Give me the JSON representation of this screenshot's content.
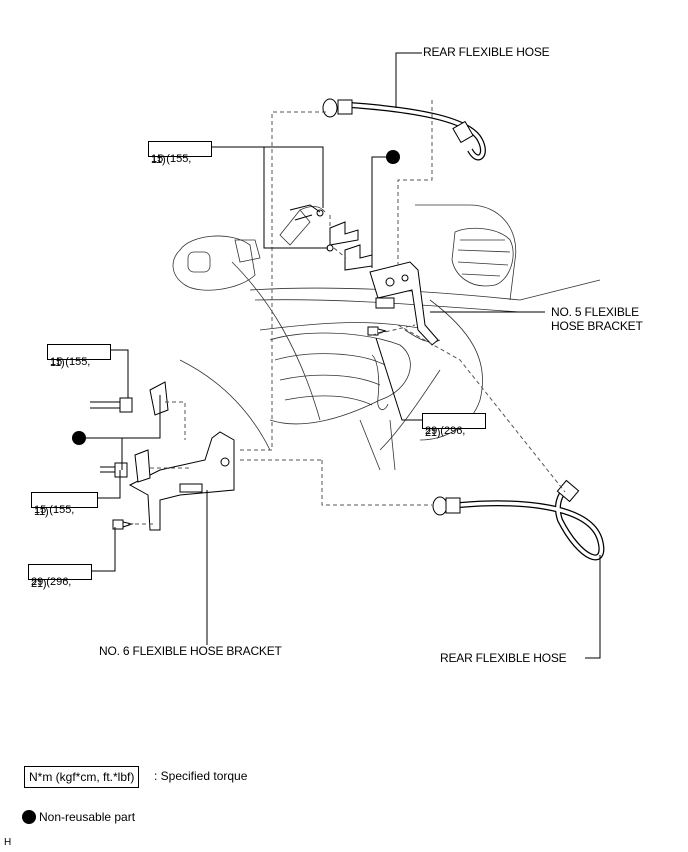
{
  "labels": {
    "rear_hose_top": "REAR FLEXIBLE HOSE",
    "rear_hose_bottom": "REAR FLEXIBLE HOSE",
    "bracket5_line1": "NO. 5 FLEXIBLE",
    "bracket5_line2": "HOSE BRACKET",
    "bracket6": "NO. 6 FLEXIBLE HOSE BRACKET"
  },
  "torque_values": {
    "t1": {
      "line1": "15 (155,",
      "line2": "11)"
    },
    "t2": {
      "line1": "15 (155,",
      "line2": "11)"
    },
    "t3": {
      "line1": "15 (155,",
      "line2": "11)"
    },
    "t4": {
      "line1": "29 (296,",
      "line2": "21)"
    },
    "t5": {
      "line1": "29 (296,",
      "line2": "21)"
    }
  },
  "legend": {
    "torque_unit": "N*m (kgf*cm, ft.*lbf)",
    "torque_desc": ": Specified torque",
    "nonreusable_desc": "Non-reusable part"
  },
  "corner_code": "H"
}
